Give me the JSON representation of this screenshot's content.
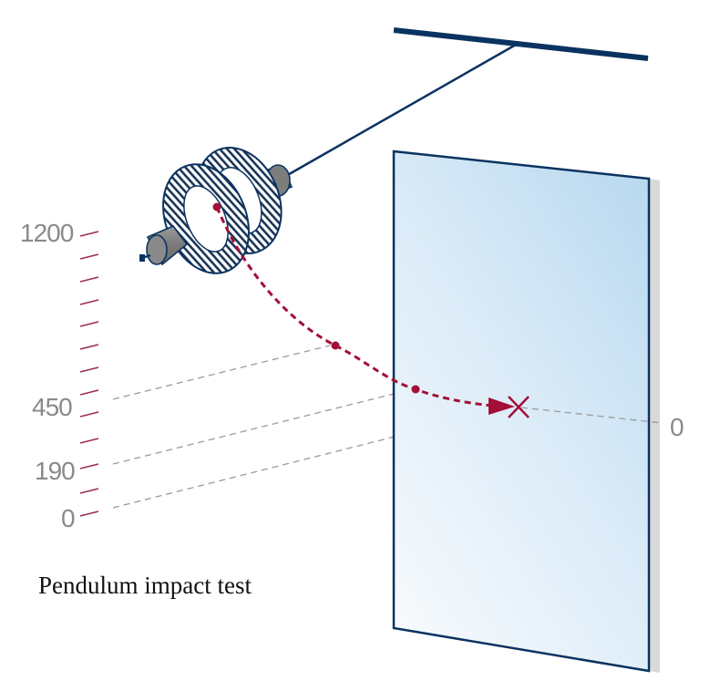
{
  "caption": "Pendulum impact test",
  "scale_labels": {
    "top": "1200",
    "mid": "450",
    "low": "190",
    "zero": "0"
  },
  "right_label": "0",
  "colors": {
    "frame": "#0b3360",
    "trajectory": "#a30f36",
    "scale": "#9a2f4a",
    "guide": "#9a9a9a",
    "glass_light": "#f4f9fd",
    "glass_dark": "#bfdcf1",
    "shadow": "#d9d9d9"
  },
  "icons": {
    "impactor": "twin-tyre-impactor-icon",
    "impact_point": "impact-cross-icon"
  }
}
